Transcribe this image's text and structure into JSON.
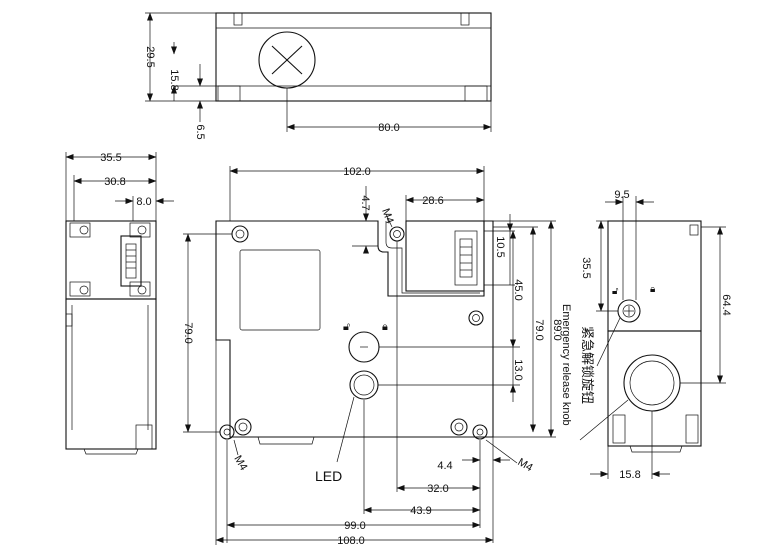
{
  "drawing": {
    "top_view": {
      "dim_height_total": "29.5",
      "dim_height_inner": "15.8",
      "dim_offset": "6.5",
      "dim_width": "80.0"
    },
    "left_view": {
      "dim_width_total": "35.5",
      "dim_width_mid": "30.8",
      "dim_width_small": "8.0"
    },
    "front_view": {
      "dim_width_top": "102.0",
      "dim_slot_offset": "4.7",
      "dim_slot_width": "28.6",
      "dim_slot_height": "10.5",
      "dim_height_45": "45.0",
      "dim_height_79_right": "79.0",
      "dim_height_89": "89.0",
      "dim_height_79_left": "79.0",
      "dim_led_height": "13.0",
      "dim_4_4": "4.4",
      "dim_32": "32.0",
      "dim_43_9": "43.9",
      "dim_99": "99.0",
      "dim_108": "108.0",
      "label_thread_top": "M4",
      "label_thread_bottom_left": "M4",
      "label_thread_bottom_right": "M4",
      "label_led": "LED"
    },
    "right_view": {
      "dim_knob_width": "9.5",
      "dim_knob_height": "35.5",
      "dim_total_height": "64.4",
      "dim_bottom": "15.8",
      "label_knob_cn": "紧急解锁旋钮",
      "label_knob_en": "Emergency release knob"
    }
  }
}
